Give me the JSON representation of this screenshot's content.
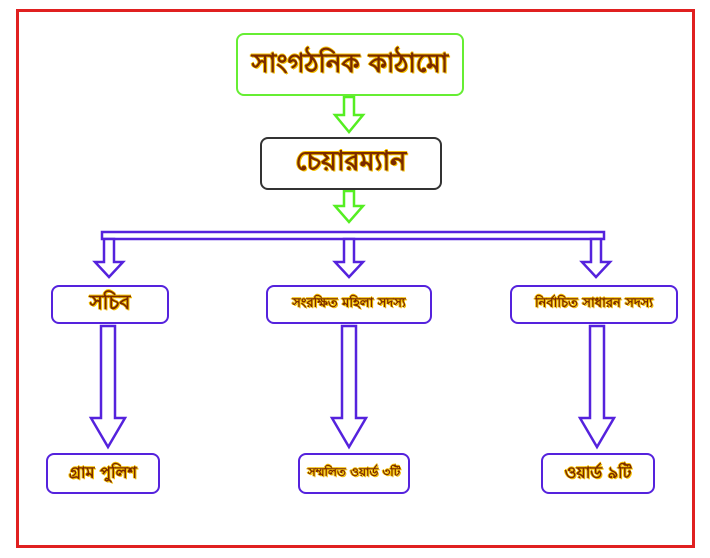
{
  "colors": {
    "frame": "#e02020",
    "title_border": "#66ee33",
    "chairman_border": "#333333",
    "node_border": "#5522dd",
    "green_arrow": "#55ee22",
    "blue_arrow": "#5522dd",
    "text": "#7a2a00",
    "text_glow": "#f4c000"
  },
  "diagram": {
    "title": "সাংগঠনিক কাঠামো",
    "chairman": "চেয়ারম্যান",
    "level2": {
      "secretary": "সচিব",
      "reserved_women": "সংরক্ষিত মহিলা সদস্য",
      "elected_members": "নির্বাচিত সাধারন সদস্য"
    },
    "level3": {
      "village_police": "গ্রাম পুলিশ",
      "combined_wards": "সম্মলিত ওয়ার্ড ৩টি",
      "wards": "ওয়ার্ড ৯টি"
    }
  }
}
